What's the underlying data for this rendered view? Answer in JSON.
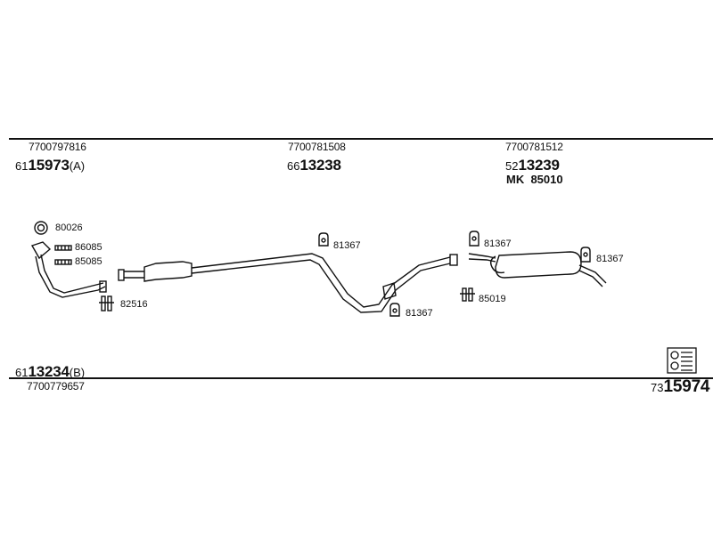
{
  "top_row": {
    "col1": {
      "oe": "7700797816",
      "pn_prefix": "61",
      "pn_main": "15973",
      "pn_suffix": "(A)"
    },
    "col2": {
      "oe": "7700781508",
      "pn_prefix": "66",
      "pn_main": "13238",
      "pn_suffix": ""
    },
    "col3": {
      "oe": "7700781512",
      "pn_prefix": "52",
      "pn_main": "13239",
      "pn_suffix": "",
      "kit": "MK  85010"
    }
  },
  "bottom_left": {
    "pn_prefix": "61",
    "pn_main": "13234",
    "pn_suffix": "(B)",
    "oe": "7700779657"
  },
  "bottom_right": {
    "pn_prefix": "73",
    "pn_main": "15974"
  },
  "part_labels": {
    "gasket": "80026",
    "clamp_a": "86085",
    "clamp_b": "85085",
    "bolt_kit": "82516",
    "hanger_1": "81367",
    "hanger_2": "81367",
    "hanger_3": "81367",
    "hanger_4": "81367",
    "clamp_rear": "85019"
  },
  "icons": {
    "exhaust_system_icon": "muffler-doc-icon"
  },
  "colors": {
    "line": "#111111",
    "background": "#ffffff"
  }
}
